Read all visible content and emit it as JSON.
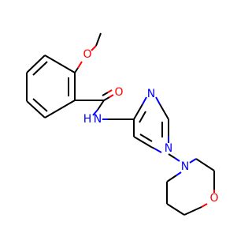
{
  "molecule": {
    "atoms": {
      "methoxy_o": {
        "label": "O",
        "color": "#ff0000"
      },
      "carbonyl_o": {
        "label": "O",
        "color": "#ff0000"
      },
      "amide_n": {
        "label": "N",
        "sub": "H",
        "color": "#0000ff"
      },
      "pyrimidine_n1": {
        "label": "N",
        "color": "#0000ff"
      },
      "pyrimidine_n2": {
        "label": "N",
        "color": "#0000ff"
      },
      "morpholine_n": {
        "label": "N",
        "color": "#0000ff"
      },
      "morpholine_o": {
        "label": "O",
        "color": "#ff0000"
      }
    }
  }
}
